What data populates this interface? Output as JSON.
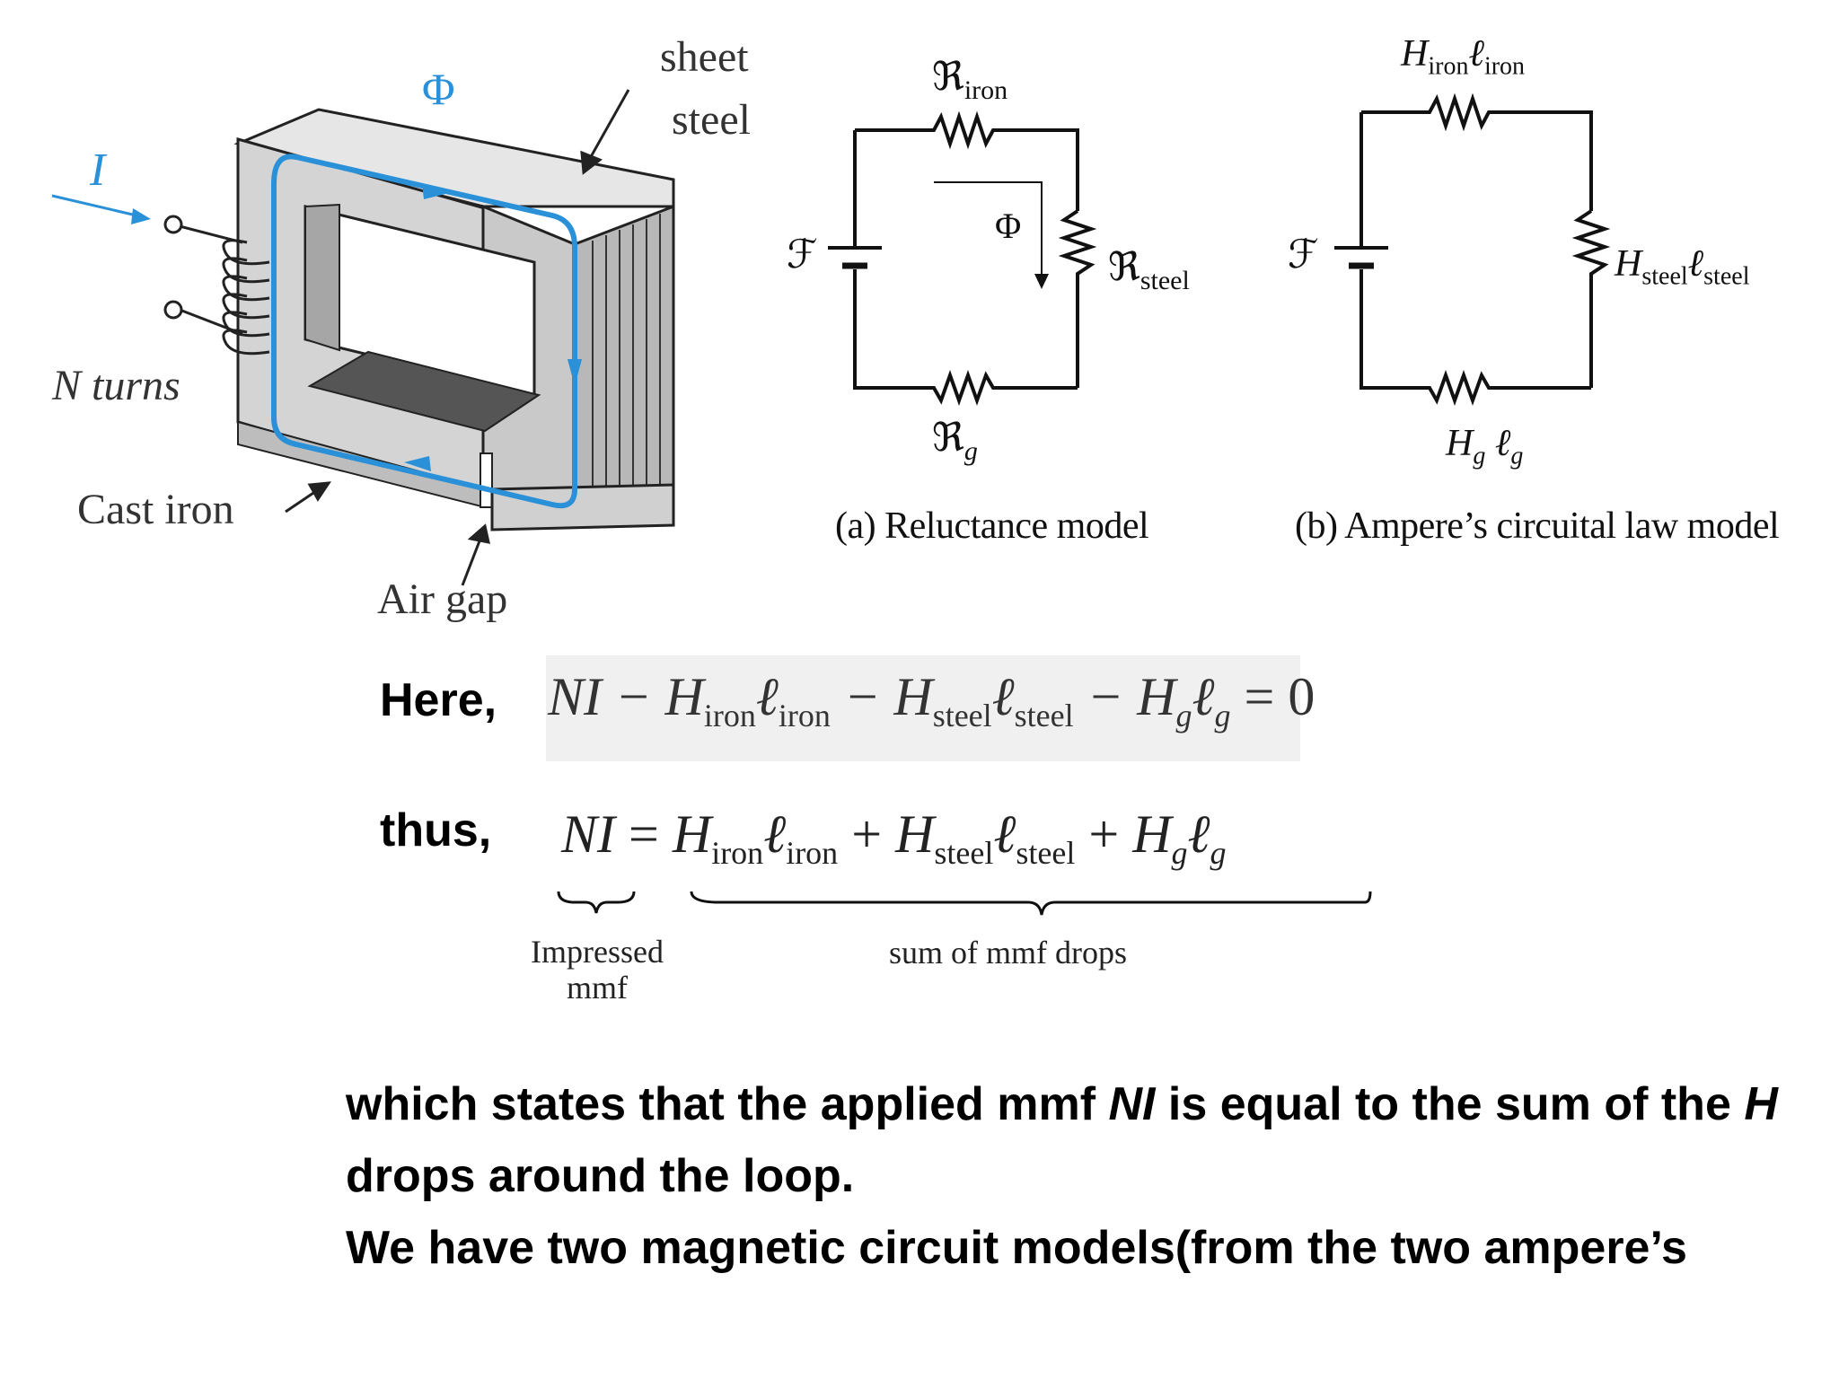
{
  "core_figure": {
    "flux_symbol": "Φ",
    "current_symbol": "I",
    "sheet_steel_line1": "sheet",
    "sheet_steel_line2": "steel",
    "n_turns": "N turns",
    "cast_iron": "Cast iron",
    "air_gap": "Air gap"
  },
  "reluctance_model": {
    "r_iron": "ℜ",
    "r_iron_sub": "iron",
    "r_steel": "ℜ",
    "r_steel_sub": "steel",
    "r_g": "ℜ",
    "r_g_sub": "g",
    "mmf_symbol": "ℱ",
    "flux_symbol": "Φ",
    "caption": "(a) Reluctance model"
  },
  "ampere_model": {
    "h_iron": "H",
    "h_iron_sub": "iron",
    "l_iron": "ℓ",
    "l_iron_sub": "iron",
    "h_steel": "H",
    "h_steel_sub": "steel",
    "l_steel": "ℓ",
    "l_steel_sub": "steel",
    "h_g": "H",
    "h_g_sub": "g",
    "l_g": "ℓ",
    "l_g_sub": "g",
    "mmf_symbol": "ℱ",
    "caption": "(b) Ampere’s circuital law model"
  },
  "equations": {
    "here_label": "Here,",
    "thus_label": "thus,",
    "eq1": {
      "ni": "NI",
      "minus": " − ",
      "h": "H",
      "l": "ℓ",
      "iron": "iron",
      "steel": "steel",
      "g": "g",
      "rhs": " = 0"
    },
    "eq2": {
      "ni": "NI",
      "eq": " = ",
      "plus": " + ",
      "h": "H",
      "l": "ℓ",
      "iron": "iron",
      "steel": "steel",
      "g": "g"
    },
    "impressed_line1": "Impressed",
    "impressed_line2": "mmf",
    "sum_label": "sum of mmf drops"
  },
  "text": {
    "para1_a": "which states that the applied mmf ",
    "para1_ni": "NI",
    "para1_b": " is equal to the sum of the ",
    "para1_h": "H",
    "para1_c": "drops around the loop.",
    "para2": "We have two magnetic circuit models(from the two ampere’s"
  },
  "colors": {
    "flux_path": "#2a90d8",
    "core_face": "#d4d4d4",
    "core_side": "#b3b3b3",
    "core_top": "#e6e6e6",
    "gap_shade": "#555555"
  }
}
